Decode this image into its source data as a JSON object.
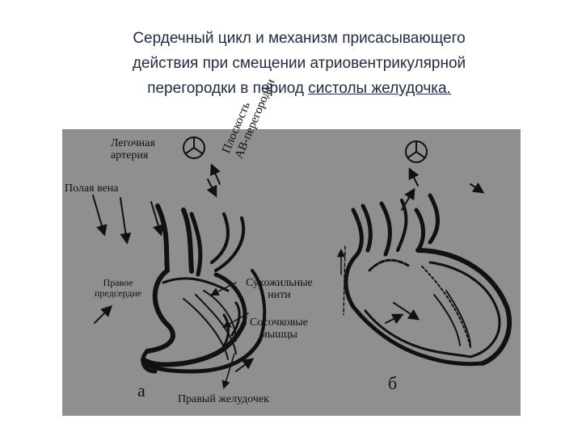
{
  "slide": {
    "title_line1": "Сердечный цикл и механизм присасывающего",
    "title_line2": "действия при смещении атриовентрикулярной",
    "title_line3_plain": "перегородки в период ",
    "title_line3_underlined": "систолы желудочка. "
  },
  "figure": {
    "labels": {
      "pulmonary_artery": "Легочная артерия",
      "vena_cava": "Полая вена",
      "av_plane_1": "Плоскость",
      "av_plane_2": "АВ-перегородки",
      "right_atrium_1": "Правое",
      "right_atrium_2": "предсердие",
      "chordae_1": "Сухожильные",
      "chordae_2": "нити",
      "papillary_1": "Сосочковые",
      "papillary_2": "мышцы",
      "right_ventricle": "Правый желудочек",
      "panel_a": "а",
      "panel_b": "б"
    },
    "colors": {
      "background": "#8f8f8f",
      "ink": "#111111"
    },
    "icons": [
      "valve-symbol-icon",
      "valve-symbol-icon"
    ]
  }
}
